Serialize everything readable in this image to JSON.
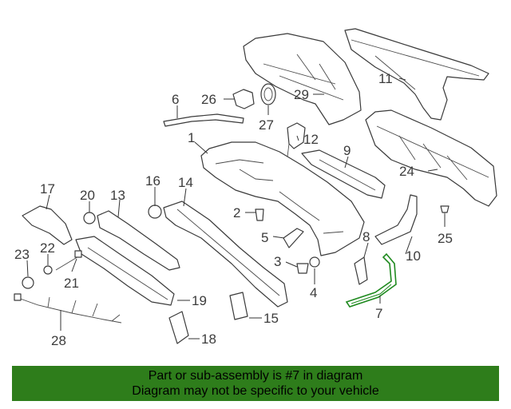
{
  "callouts": [
    "1",
    "2",
    "3",
    "4",
    "5",
    "6",
    "7",
    "8",
    "9",
    "11",
    "12",
    "13",
    "14",
    "15",
    "16",
    "17",
    "18",
    "19",
    "20",
    "21",
    "22",
    "23",
    "24",
    "25",
    "26",
    "27",
    "28",
    "29",
    "10"
  ],
  "highlighted_part": "7",
  "highlight_color": "#1f8a1f",
  "banner": {
    "line1": "Part or sub-assembly is #7 in diagram",
    "line2": "Diagram may not be specific to your vehicle",
    "background": "#2e7d1b"
  }
}
